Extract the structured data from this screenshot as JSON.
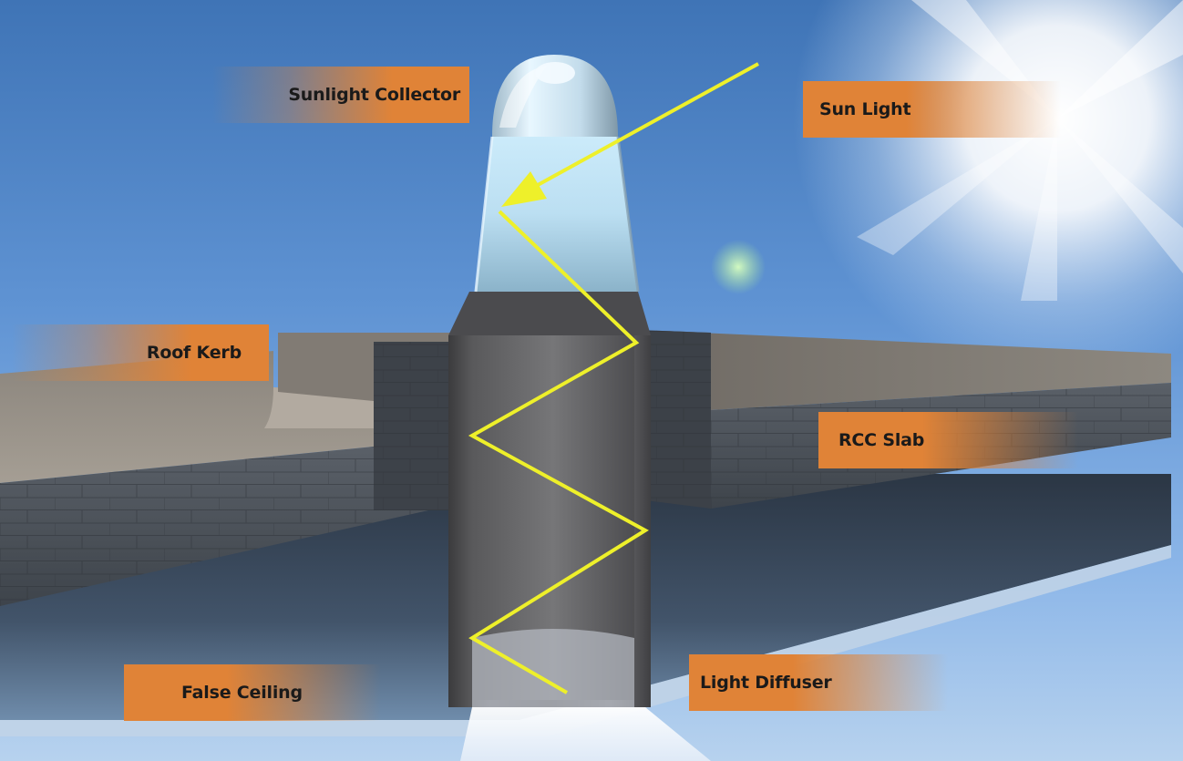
{
  "labels": {
    "sunlight_collector": "Sunlight Collector",
    "sun_light": "Sun Light",
    "roof_kerb": "Roof Kerb",
    "rcc_slab": "RCC Slab",
    "false_ceiling": "False Ceiling",
    "light_diffuser": "Light Diffuser"
  },
  "colors": {
    "label_background": "#e08337",
    "light_ray": "#eef02a",
    "sky": "#5f93d3"
  }
}
